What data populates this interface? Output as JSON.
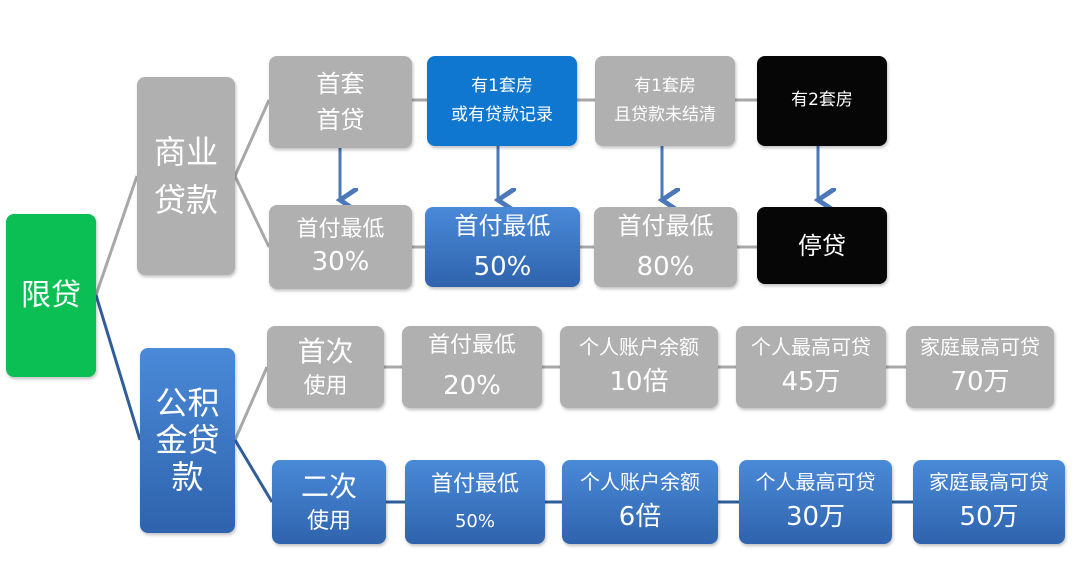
{
  "root": "限贷",
  "commercial": {
    "label": [
      "商业",
      "贷款"
    ],
    "conditions": [
      [
        "首套",
        "首贷"
      ],
      [
        "有1套房",
        "或有贷款记录"
      ],
      [
        "有1套房",
        "且贷款未结清"
      ],
      [
        "有2套房"
      ]
    ],
    "results": [
      [
        "首付最低",
        "30%"
      ],
      [
        "首付最低",
        "50%"
      ],
      [
        "首付最低",
        "80%"
      ],
      [
        "停贷"
      ]
    ]
  },
  "fund": {
    "label": [
      "公积",
      "金贷",
      "款"
    ],
    "first": [
      [
        "首次",
        "使用"
      ],
      [
        "首付最低",
        "20%"
      ],
      [
        "个人账户余额",
        "10倍"
      ],
      [
        "个人最高可贷",
        "45万"
      ],
      [
        "家庭最高可贷",
        "70万"
      ]
    ],
    "second": [
      [
        "二次",
        "使用"
      ],
      [
        "首付最低",
        "50%"
      ],
      [
        "个人账户余额",
        "6倍"
      ],
      [
        "个人最高可贷",
        "30万"
      ],
      [
        "家庭最高可贷",
        "50万"
      ]
    ]
  },
  "colors": {
    "green": "#0bbf55",
    "gray": "#b0b0b0",
    "blue": "#2f6fc0",
    "black": "#060606"
  }
}
